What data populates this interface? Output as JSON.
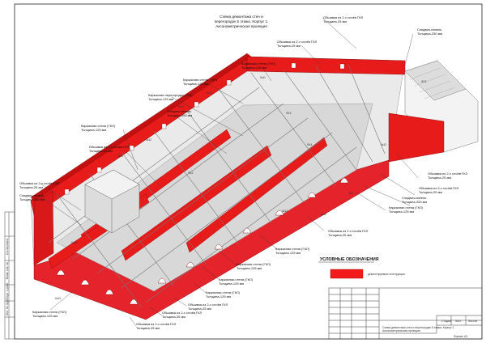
{
  "title": [
    "Схема демонтажа стен и",
    "перегородок 5 этажа. Корпус 1.",
    "Аксонометрическая проекция"
  ],
  "callouts": [
    {
      "line1": "Обшивка из 2-х слоёв ГКЛ",
      "line2": "Толщина-25 мм"
    },
    {
      "line1": "Сэндвич-панель",
      "line2": "Толщина-250 мм"
    },
    {
      "line1": "Обшивка из 2-х слоёв ГКЛ",
      "line2": "Толщина-25 мм"
    },
    {
      "line1": "Каркасная стена (ГКЛ)",
      "line2": "Толщина-125 мм"
    },
    {
      "line1": "Каркасная стена (ГКЛ)",
      "line2": "Толщина-125 мм"
    },
    {
      "line1": "Каркасная перегородка (ГКЛ)",
      "line2": "Толщина-125 мм"
    },
    {
      "line1": "Сэндвич-панель",
      "line2": "Толщина-200 мм"
    },
    {
      "line1": "Каркасная стена (ГКЛ)",
      "line2": "Толщина-125 мм"
    },
    {
      "line1": "Обшивка из 2-х слоёв ГКЛ",
      "line2": "Толщина-25 мм"
    },
    {
      "line1": "Обшивка из 2-х слоёв ГКЛ",
      "line2": "Толщина-25 мм"
    },
    {
      "line1": "Сэндвич-панель",
      "line2": "Толщина-200 мм"
    },
    {
      "line1": "Обшивка из 2-х слоёв ГКЛ",
      "line2": "Толщина-25 мм"
    },
    {
      "line1": "Обшивка из 2-х слоёв ГКЛ",
      "line2": "Толщина-25 мм"
    },
    {
      "line1": "Сэндвич-панель",
      "line2": "Толщина-200 мм"
    },
    {
      "line1": "Каркасная стена (ГКЛ)",
      "line2": "Толщина-125 мм"
    },
    {
      "line1": "Обшивка из 2-х слоёв ГКЛ",
      "line2": "Толщина-25 мм"
    },
    {
      "line1": "Каркасная стена (ГКЛ)",
      "line2": "Толщина-125 мм"
    },
    {
      "line1": "Каркасная стена (ГКЛ)",
      "line2": "Толщина-125 мм"
    },
    {
      "line1": "Каркасная стена (ГКЛ)",
      "line2": "Толщина-125 мм"
    },
    {
      "line1": "Каркасная стена (ГКЛ)",
      "line2": "Толщина-125 мм"
    },
    {
      "line1": "Обшивка из 2-х слоёв ГКЛ",
      "line2": "Толщина-25 мм"
    },
    {
      "line1": "Обшивка из 2-х слоёв ГКЛ",
      "line2": "Толщина-25 мм"
    },
    {
      "line1": "Обшивка из 2-х слоёв ГКЛ",
      "line2": "Толщина-25 мм"
    },
    {
      "line1": "Каркасная стена (ГКЛ)",
      "line2": "Толщина-125 мм"
    }
  ],
  "axis_tags": [
    "0к11",
    "0к11",
    "0к11",
    "0к12",
    "0к12",
    "Ф13",
    "Ф14",
    "Ф12",
    "0к12",
    "Ф11",
    "0к12",
    "0к12",
    "0к12",
    "Ф13",
    "0к12"
  ],
  "legend": {
    "title": "УСЛОВНЫЕ ОБОЗНАЧЕНИЯ",
    "item": "- демонтируемые конструкции",
    "color": "#f21a1a"
  },
  "left_strip": [
    "Согласовано",
    "Взам. инв. №",
    "Подп. и дата",
    "Инв. № подл.",
    ""
  ],
  "title_block": {
    "stage": "Стадия",
    "sheet": "Лист",
    "sheets": "Листов",
    "name_1": "Схема демонтажа стен и перегородок 5 этажа. Корпус 1.",
    "name_2": "Аксонометрическая проекция",
    "format": "Формат А3"
  }
}
